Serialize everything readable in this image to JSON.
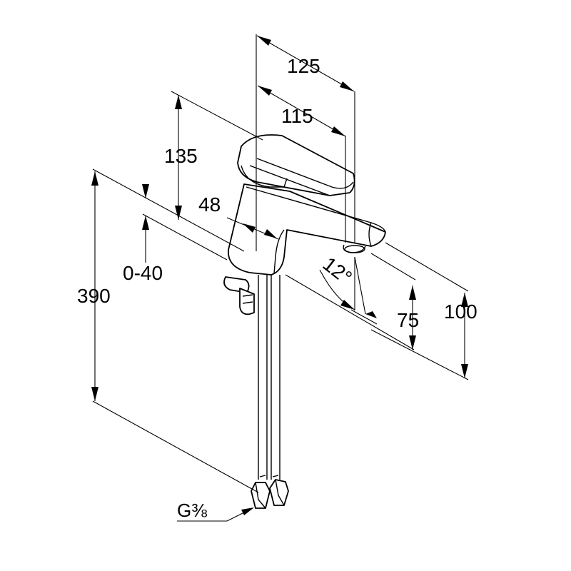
{
  "dimensions": {
    "d125": "125",
    "d115": "115",
    "d135": "135",
    "d48": "48",
    "d390": "390",
    "d040": "0-40",
    "d12": "12°",
    "d75": "75",
    "d100": "100"
  },
  "thread": "G⅜"
}
